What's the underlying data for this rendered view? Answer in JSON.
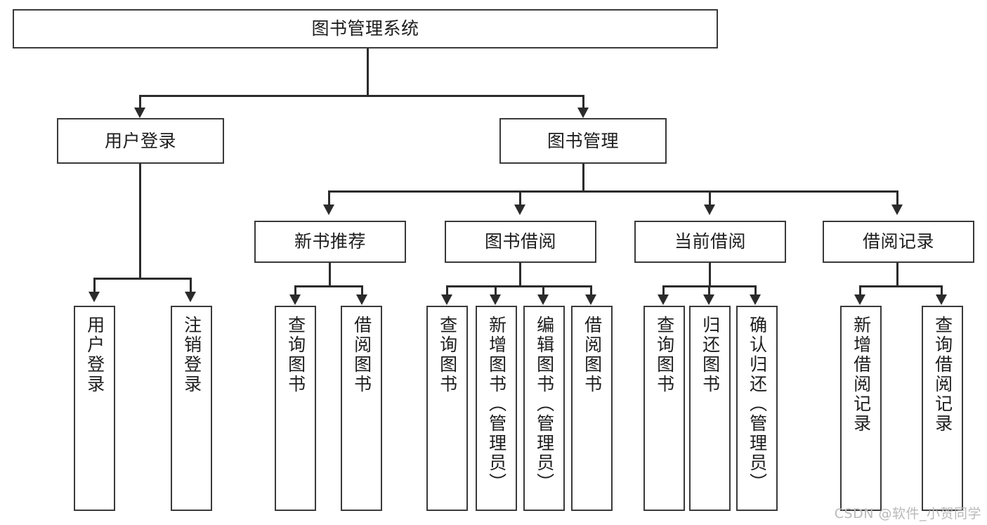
{
  "diagram": {
    "type": "tree",
    "title": "图书管理系统",
    "watermark": "CSDN @软件_小贺同学",
    "root": {
      "id": "root",
      "label": "图书管理系统"
    },
    "level2": [
      {
        "id": "user-login",
        "label": "用户登录"
      },
      {
        "id": "book-manage",
        "label": "图书管理"
      }
    ],
    "level3": [
      {
        "id": "new-book-recommend",
        "label": "新书推荐"
      },
      {
        "id": "book-borrow",
        "label": "图书借阅"
      },
      {
        "id": "current-borrow",
        "label": "当前借阅"
      },
      {
        "id": "borrow-record",
        "label": "借阅记录"
      }
    ],
    "leaves": [
      {
        "id": "leaf-user-login",
        "parent": "user-login",
        "label": "用户登录"
      },
      {
        "id": "leaf-logout-login",
        "parent": "user-login",
        "label": "注销登录"
      },
      {
        "id": "leaf-query-book-1",
        "parent": "new-book-recommend",
        "label": "查询图书"
      },
      {
        "id": "leaf-borrow-book-1",
        "parent": "new-book-recommend",
        "label": "借阅图书"
      },
      {
        "id": "leaf-query-book-2",
        "parent": "book-borrow",
        "label": "查询图书"
      },
      {
        "id": "leaf-add-book",
        "parent": "book-borrow",
        "label": "新增图书（管理员）"
      },
      {
        "id": "leaf-edit-book",
        "parent": "book-borrow",
        "label": "编辑图书（管理员）"
      },
      {
        "id": "leaf-borrow-book-2",
        "parent": "book-borrow",
        "label": "借阅图书"
      },
      {
        "id": "leaf-query-book-3",
        "parent": "current-borrow",
        "label": "查询图书"
      },
      {
        "id": "leaf-return-book",
        "parent": "current-borrow",
        "label": "归还图书"
      },
      {
        "id": "leaf-confirm-return",
        "parent": "current-borrow",
        "label": "确认归还（管理员）"
      },
      {
        "id": "leaf-add-record",
        "parent": "borrow-record",
        "label": "新增借阅记录"
      },
      {
        "id": "leaf-query-record",
        "parent": "borrow-record",
        "label": "查询借阅记录"
      }
    ],
    "colors": {
      "stroke": "#3a3a3a",
      "connector": "#2b2b2b",
      "text": "#1d1d1d",
      "background": "#ffffff",
      "watermark": "#b9b9b9"
    }
  }
}
